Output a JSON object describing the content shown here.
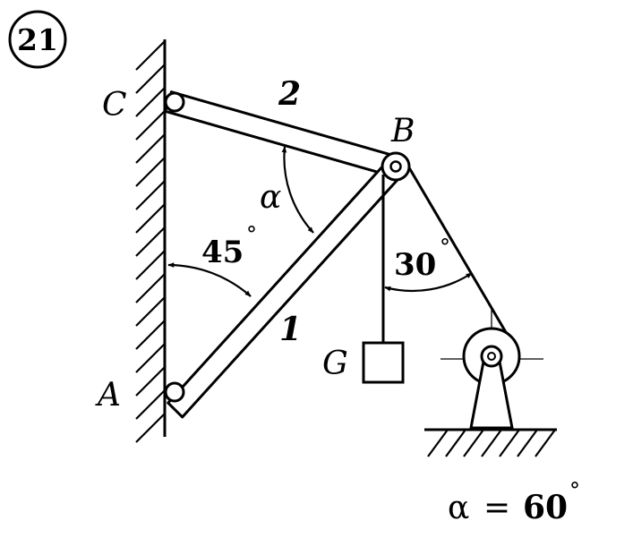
{
  "problem_number": "21",
  "labels": {
    "point_c": "C",
    "point_b": "B",
    "point_a": "A",
    "rod_1": "1",
    "rod_2": "2",
    "weight": "G",
    "angle_alpha": "α",
    "angle_45": "45",
    "angle_30": "30",
    "degree": "°"
  },
  "given": {
    "lhs": "α",
    "eq": "=",
    "value": "60",
    "degree": "°"
  },
  "colors": {
    "ink": "#000000",
    "paper": "#ffffff"
  }
}
